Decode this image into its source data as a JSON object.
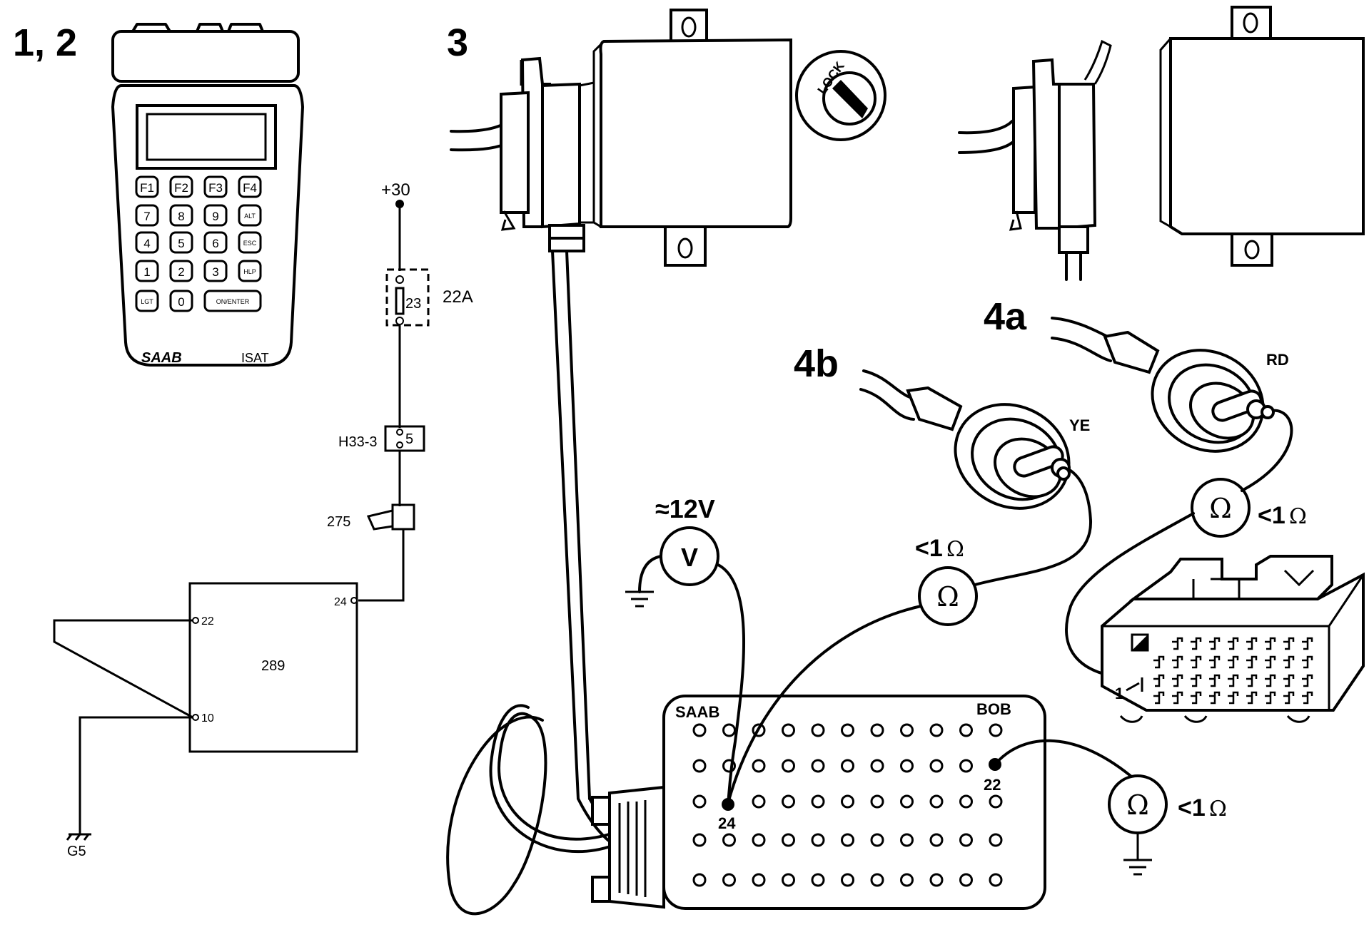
{
  "step_labels": {
    "step_1_2": "1, 2",
    "step_3": "3",
    "step_4a": "4a",
    "step_4b": "4b"
  },
  "tool": {
    "brand": "SAAB",
    "model": "ISAT",
    "keys": [
      "F1",
      "F2",
      "F3",
      "F4",
      "7",
      "8",
      "9",
      "ALT",
      "4",
      "5",
      "6",
      "ESC",
      "1",
      "2",
      "3",
      "HLP",
      "LGT",
      "0",
      "ON/ENTER"
    ]
  },
  "schematic": {
    "supply": "+30",
    "fuse_number": "23",
    "fuse_rating": "22A",
    "connector_label": "H33-3",
    "connector_pin": "5",
    "switch_label": "275",
    "module": "289",
    "pin_24": "24",
    "pin_22": "22",
    "pin_10": "10",
    "ground": "G5"
  },
  "lock_label": "LOCK",
  "breakout_box": {
    "brand": "SAAB",
    "name": "BOB",
    "pin_a": "24",
    "pin_b": "22"
  },
  "measurements": {
    "voltmeter_symbol": "V",
    "voltage_reading": "≈12V",
    "ohm_symbol": "Ω",
    "resistance_reading": "<1Ω"
  },
  "wire_colors": {
    "probe_4a": "RD",
    "probe_4b": "YE"
  },
  "connector_pin_label": "1"
}
